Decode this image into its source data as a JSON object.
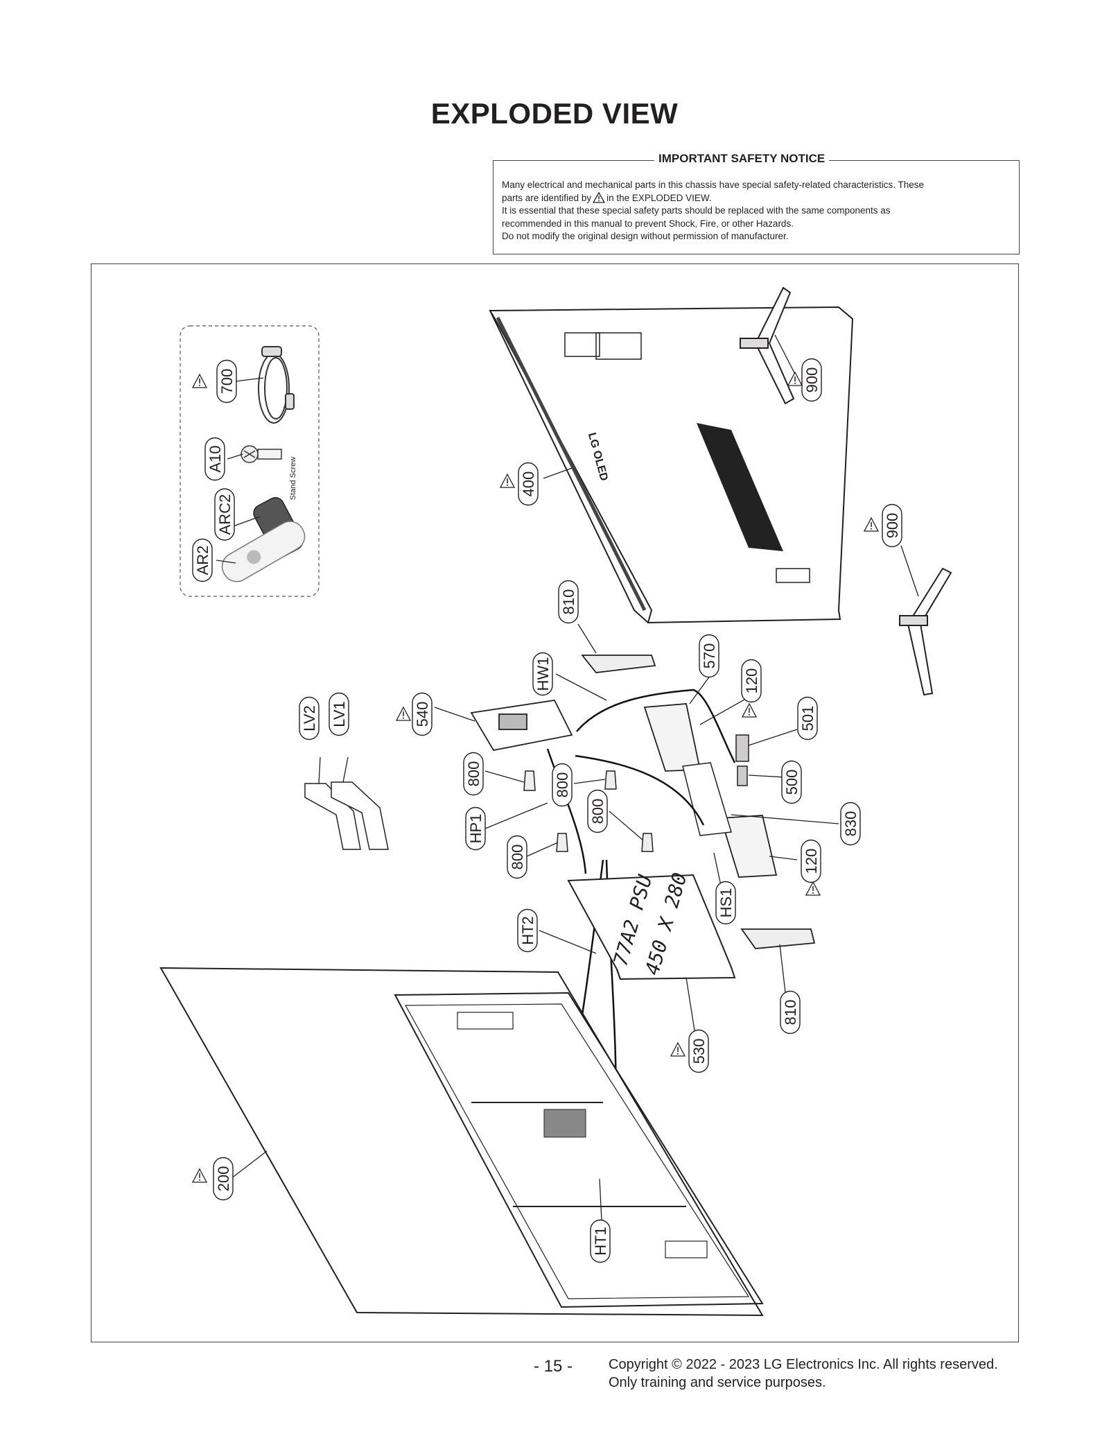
{
  "title": "EXPLODED VIEW",
  "notice": {
    "heading": "IMPORTANT SAFETY NOTICE",
    "line1": "Many electrical and mechanical parts in this chassis have special safety-related characteristics. These",
    "line2_pre": "parts are identified by",
    "line2_post": "in the EXPLODED VIEW.",
    "line3": "It is essential that these special safety parts should be replaced with the same components as",
    "line4": "recommended in this manual to prevent Shock, Fire, or other Hazards.",
    "line5": "Do not modify the original design without permission of manufacturer."
  },
  "parts": {
    "p700": "700",
    "pA10": "A10",
    "pARC2": "ARC2",
    "pAR2": "AR2",
    "p400": "400",
    "p900a": "900",
    "p900b": "900",
    "p810a": "810",
    "p810b": "810",
    "pHW1": "HW1",
    "p570": "570",
    "p120a": "120",
    "p120b": "120",
    "p501": "501",
    "p500": "500",
    "p540": "540",
    "pLV1": "LV1",
    "pLV2": "LV2",
    "p800a": "800",
    "p800b": "800",
    "p800c": "800",
    "p800d": "800",
    "pHP1": "HP1",
    "p830": "830",
    "pHS1": "HS1",
    "pHT2": "HT2",
    "p530": "530",
    "p200": "200",
    "pHT1": "HT1"
  },
  "stand_screw": "Stand Screw",
  "psu_label_1": "77A2 PSU",
  "psu_label_2": "450 X 280",
  "back_logo": "LG OLED",
  "footer": {
    "page": "- 15 -",
    "copyright": "Copyright © 2022 - 2023 LG Electronics Inc. All rights reserved.",
    "note": "Only training and service purposes."
  }
}
